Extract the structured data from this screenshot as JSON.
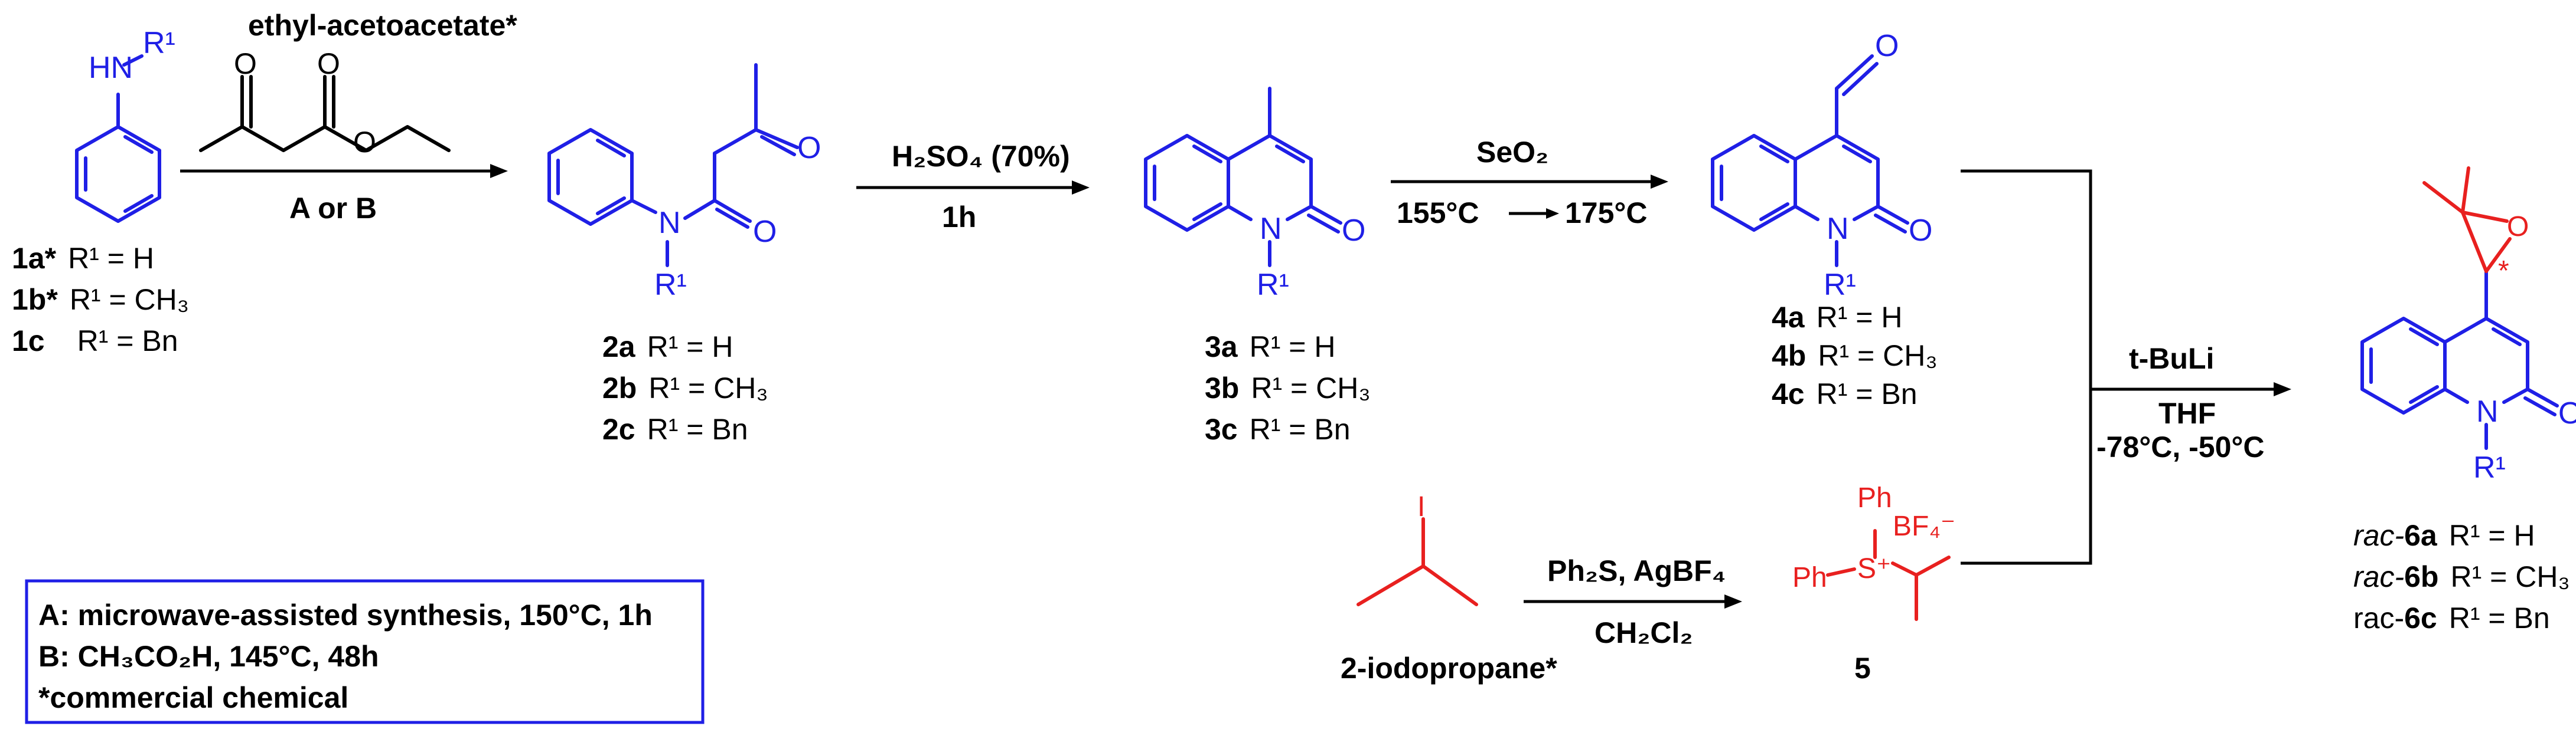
{
  "reagents": {
    "ethyl_acetoacetate": "ethyl-acetoacetate*",
    "step1_conditions": "A or B",
    "step2_reagent": "H₂SO₄ (70%)",
    "step2_time": "1h",
    "step3_reagent": "SeO₂",
    "step3_temp_start": "155°C",
    "step3_temp_end": "175°C",
    "step4_base": "t-BuLi",
    "step4_solvent": "THF",
    "step4_temp": "-78°C, -50°C",
    "sulfonium_reagents": "Ph₂S, AgBF₄",
    "sulfonium_solvent": "CH₂Cl₂",
    "iodopropane": "2-iodopropane*"
  },
  "compounds": {
    "c1": [
      {
        "id": "1a*",
        "r": "R¹ = H"
      },
      {
        "id": "1b*",
        "r": "R¹ = CH₃"
      },
      {
        "id": "1c",
        "r": "R¹ = Bn"
      }
    ],
    "c2": [
      {
        "id": "2a",
        "r": "R¹ = H"
      },
      {
        "id": "2b",
        "r": "R¹ = CH₃"
      },
      {
        "id": "2c",
        "r": "R¹ = Bn"
      }
    ],
    "c3": [
      {
        "id": "3a",
        "r": "R¹ = H"
      },
      {
        "id": "3b",
        "r": "R¹ = CH₃"
      },
      {
        "id": "3c",
        "r": "R¹ = Bn"
      }
    ],
    "c4": [
      {
        "id": "4a",
        "r": "R¹ = H"
      },
      {
        "id": "4b",
        "r": "R¹ = CH₃"
      },
      {
        "id": "4c",
        "r": "R¹ = Bn"
      }
    ],
    "c5": "5",
    "c6": [
      {
        "prefix": "rac-",
        "id": "6a",
        "r": "R¹ = H"
      },
      {
        "prefix": "rac-",
        "id": "6b",
        "r": "R¹ = CH₃"
      },
      {
        "prefix": "rac-",
        "id": "6c",
        "r": "R¹ = Bn"
      }
    ]
  },
  "atoms": {
    "hn": "HN",
    "r1": "R¹",
    "n": "N",
    "o": "O",
    "ph": "Ph",
    "s_plus": "S⁺",
    "bf4": "BF₄⁻",
    "i": "I",
    "star": "*"
  },
  "legend": {
    "line_a": "A: microwave-assisted synthesis, 150°C, 1h",
    "line_b": "B: CH₃CO₂H, 145°C, 48h",
    "line_c": "*commercial chemical",
    "border_color": "#1f1fe6"
  },
  "colors": {
    "black": "#000000",
    "blue": "#1f1fe6",
    "red": "#e8201f"
  }
}
